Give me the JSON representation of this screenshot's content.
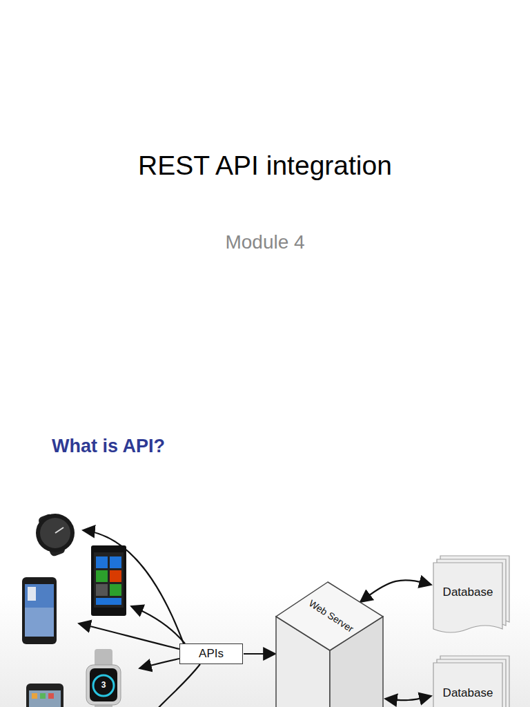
{
  "diagram": {
    "title": "REST API integration",
    "nodes": [
      {
        "text": [
          "APIs"
        ]
      },
      {
        "text": [
          "Web Server"
        ]
      },
      {
        "text": [
          "Database"
        ]
      },
      {
        "text": [
          "Database"
        ]
      }
    ],
    "edges": [
      {
        "from": 0,
        "to": 1,
        "arrow": "to"
      },
      {
        "from": 1,
        "to": 2,
        "arrow": "both"
      },
      {
        "from": 1,
        "to": 3,
        "arrow": "both"
      }
    ],
    "labels": [
      "Module 4",
      "What is API?",
      "3"
    ]
  }
}
